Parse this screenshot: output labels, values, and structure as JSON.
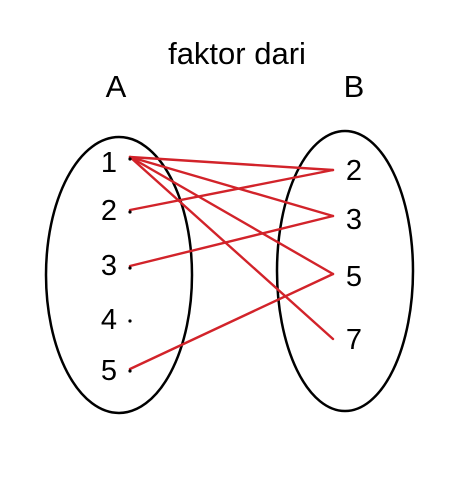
{
  "title": "faktor dari",
  "set_a": {
    "label": "A",
    "elements": [
      "1",
      "2",
      "3",
      "4",
      "5"
    ]
  },
  "set_b": {
    "label": "B",
    "elements": [
      "2",
      "3",
      "5",
      "7"
    ]
  },
  "relation": [
    {
      "from": "1",
      "to": "2"
    },
    {
      "from": "1",
      "to": "3"
    },
    {
      "from": "1",
      "to": "5"
    },
    {
      "from": "1",
      "to": "7"
    },
    {
      "from": "2",
      "to": "2"
    },
    {
      "from": "3",
      "to": "3"
    },
    {
      "from": "5",
      "to": "5"
    }
  ],
  "colors": {
    "arrow": "#d2232a",
    "outline": "#000000",
    "text": "#000000"
  }
}
